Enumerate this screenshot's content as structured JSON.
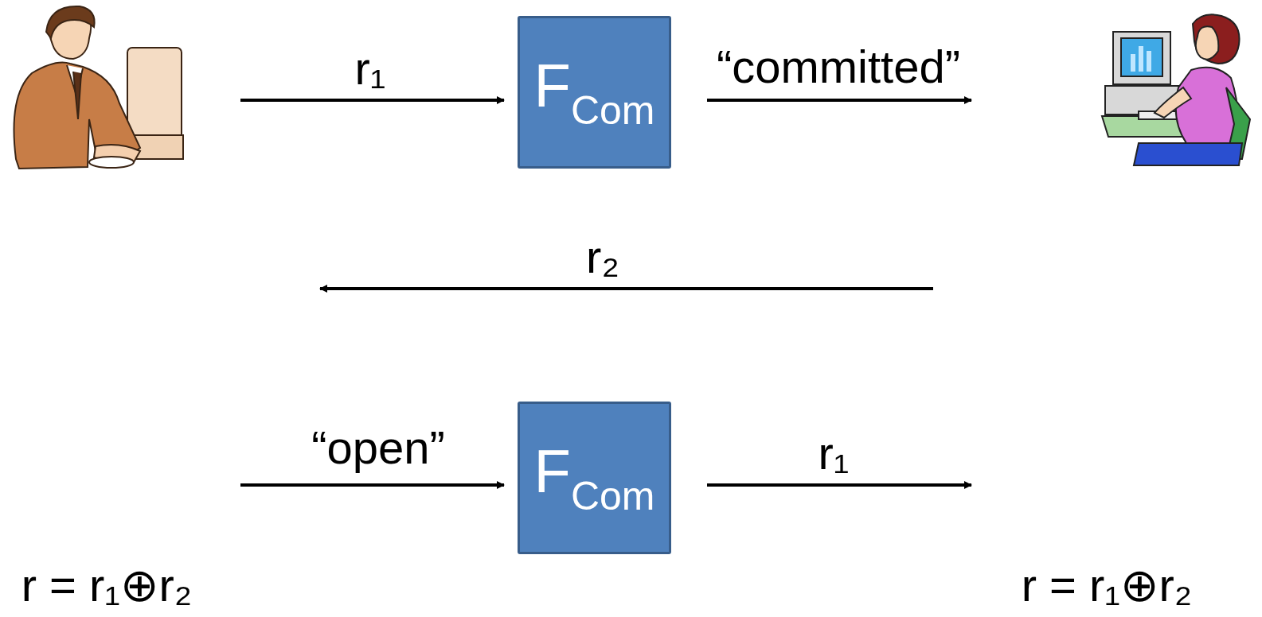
{
  "diagram": {
    "nodes": [
      {
        "text": [
          "F",
          "Com"
        ]
      },
      {
        "text": [
          "F",
          "Com"
        ]
      }
    ],
    "labels": [
      "r₁",
      "“committed”",
      "r₂",
      "“open”",
      "r₁",
      "r = r₁⊕r₂",
      "r = r₁⊕r₂"
    ]
  }
}
